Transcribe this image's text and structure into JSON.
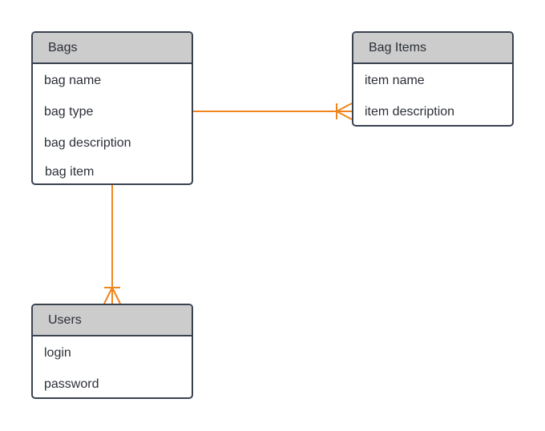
{
  "diagram": {
    "accent_color": "#f0851e",
    "entities": {
      "bags": {
        "title": "Bags",
        "fields": [
          "bag name",
          "bag type",
          "bag description",
          "bag item"
        ]
      },
      "bag_items": {
        "title": "Bag Items",
        "fields": [
          "item name",
          "item description"
        ]
      },
      "users": {
        "title": "Users",
        "fields": [
          "login",
          "password"
        ]
      }
    },
    "relationships": [
      {
        "from": "Bags",
        "to": "Bag Items",
        "cardinality": "one-to-many"
      },
      {
        "from": "Bags",
        "to": "Users",
        "cardinality": "one-to-many"
      }
    ]
  }
}
